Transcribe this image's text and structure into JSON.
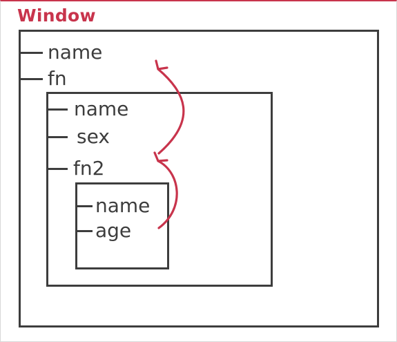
{
  "title": "Window",
  "scopes": {
    "window": {
      "items": [
        "name",
        "fn"
      ]
    },
    "fn": {
      "items": [
        "name",
        "sex",
        "fn2"
      ]
    },
    "fn2": {
      "items": [
        "name",
        "age"
      ]
    }
  },
  "colors": {
    "accent": "#c8344c",
    "line": "#3d3d3d"
  }
}
